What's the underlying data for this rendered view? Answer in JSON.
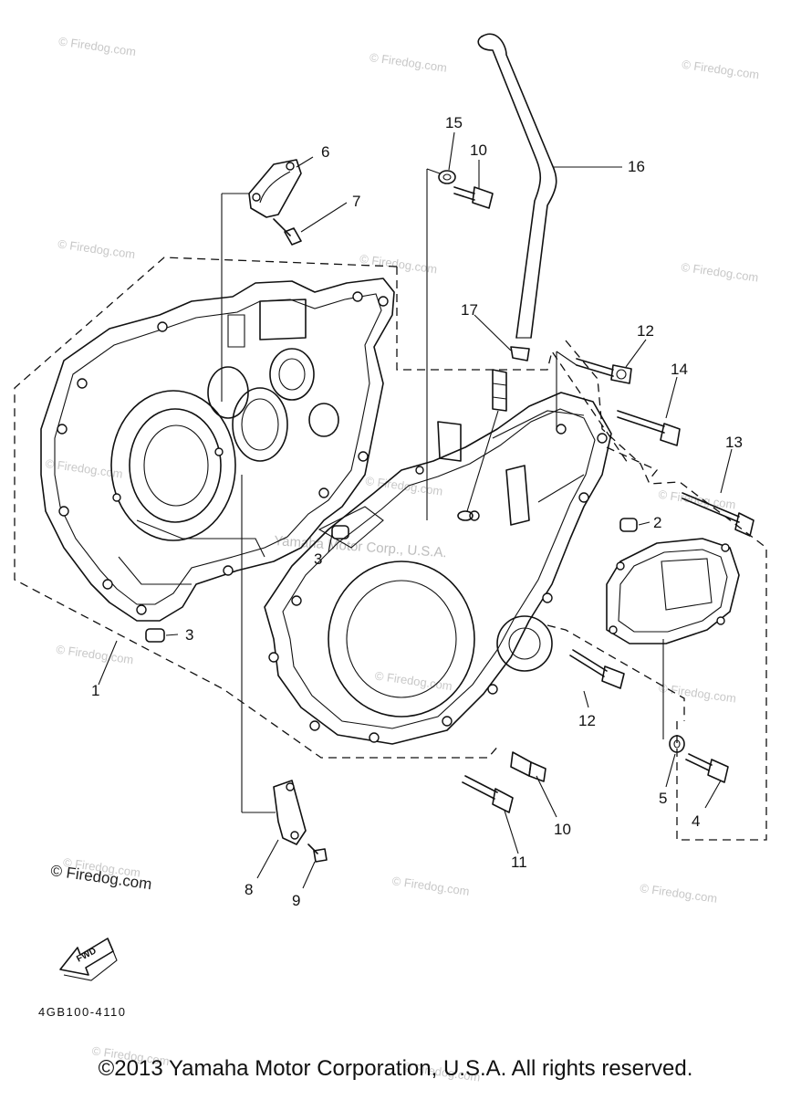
{
  "diagram": {
    "callouts": {
      "c1": "1",
      "c2": "2",
      "c3a": "3",
      "c3b": "3",
      "c4": "4",
      "c5": "5",
      "c6": "6",
      "c7": "7",
      "c8": "8",
      "c9": "9",
      "c10a": "10",
      "c10b": "10",
      "c11": "11",
      "c12a": "12",
      "c12b": "12",
      "c13": "13",
      "c14": "14",
      "c15": "15",
      "c16": "16",
      "c17": "17"
    },
    "fwd_label": "FWD",
    "part_code": "4GB100-4110",
    "firedog_note": "© Firedog.com",
    "watermark": "© Firedog.com",
    "center_watermark": "Yamaha Motor Corp., U.S.A.",
    "copyright": "©2013 Yamaha Motor Corporation, U.S.A. All rights reserved."
  }
}
